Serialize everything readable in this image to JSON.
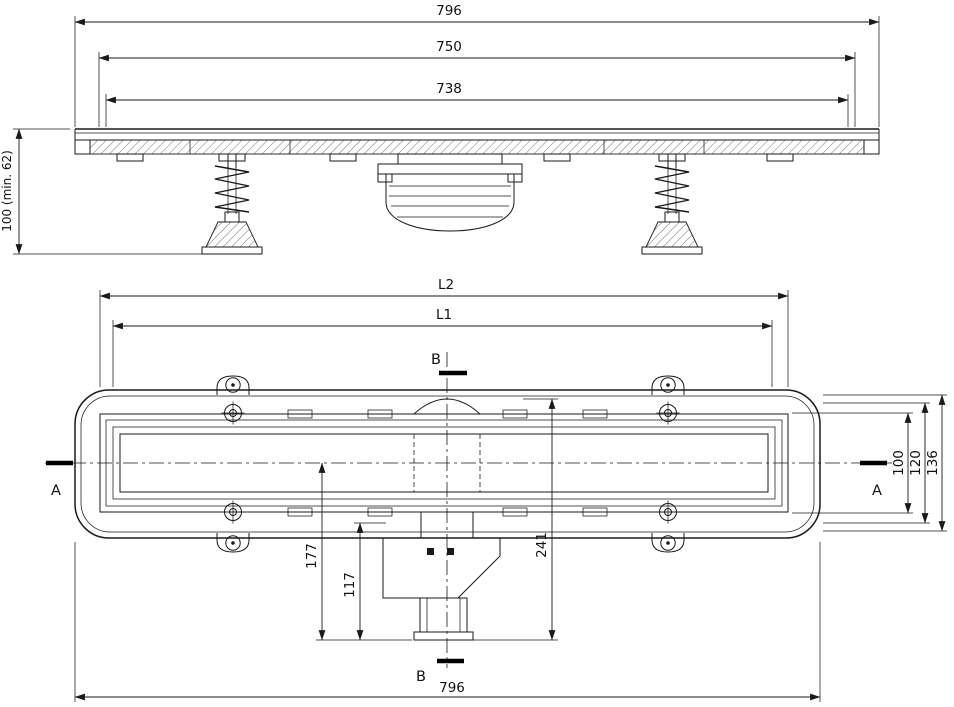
{
  "top_view": {
    "dim_796": "796",
    "dim_750": "750",
    "dim_738": "738",
    "dim_height": "100 (min. 62)"
  },
  "plan_view": {
    "dim_l2": "L2",
    "dim_l1": "L1",
    "dim_100": "100",
    "dim_120": "120",
    "dim_136": "136",
    "dim_177": "177",
    "dim_117": "117",
    "dim_241": "241",
    "dim_796": "796",
    "section_a": "A",
    "section_b": "B"
  },
  "colors": {
    "line": "#1a1a1a",
    "background": "#ffffff"
  }
}
